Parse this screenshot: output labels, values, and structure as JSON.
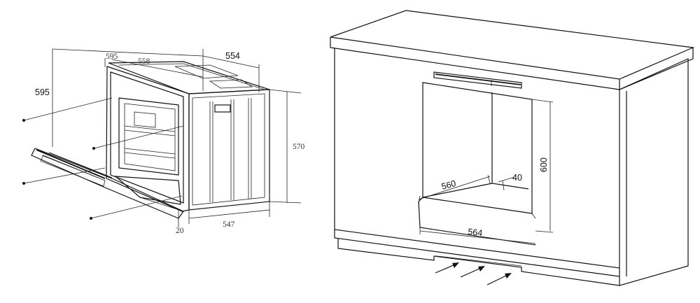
{
  "oven": {
    "dim_height_front": "595",
    "dim_depth_small": "595",
    "dim_depth_body": "558",
    "dim_width_top": "554",
    "dim_height_body": "570",
    "dim_bottom_gap": "20",
    "dim_width_bottom": "547"
  },
  "cabinet": {
    "dim_depth": "560",
    "dim_back_gap": "40",
    "dim_height": "600",
    "dim_width": "564"
  },
  "colors": {
    "line": "#111111",
    "background": "#ffffff"
  },
  "icons": {
    "airflow": "arrow-icon"
  }
}
